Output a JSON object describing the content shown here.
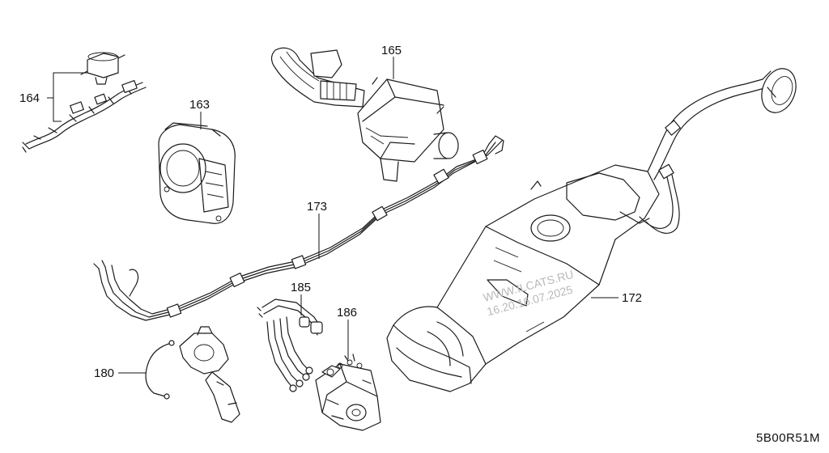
{
  "parts": [
    {
      "id": "164",
      "label": "164"
    },
    {
      "id": "163",
      "label": "163"
    },
    {
      "id": "165",
      "label": "165"
    },
    {
      "id": "173",
      "label": "173"
    },
    {
      "id": "185",
      "label": "185"
    },
    {
      "id": "186",
      "label": "186"
    },
    {
      "id": "180",
      "label": "180"
    },
    {
      "id": "172",
      "label": "172"
    }
  ],
  "watermark": {
    "line1": "WWW.ILCATS.RU",
    "line2": "16.20.16.07.2025"
  },
  "diagram_code": "5B00R51M"
}
